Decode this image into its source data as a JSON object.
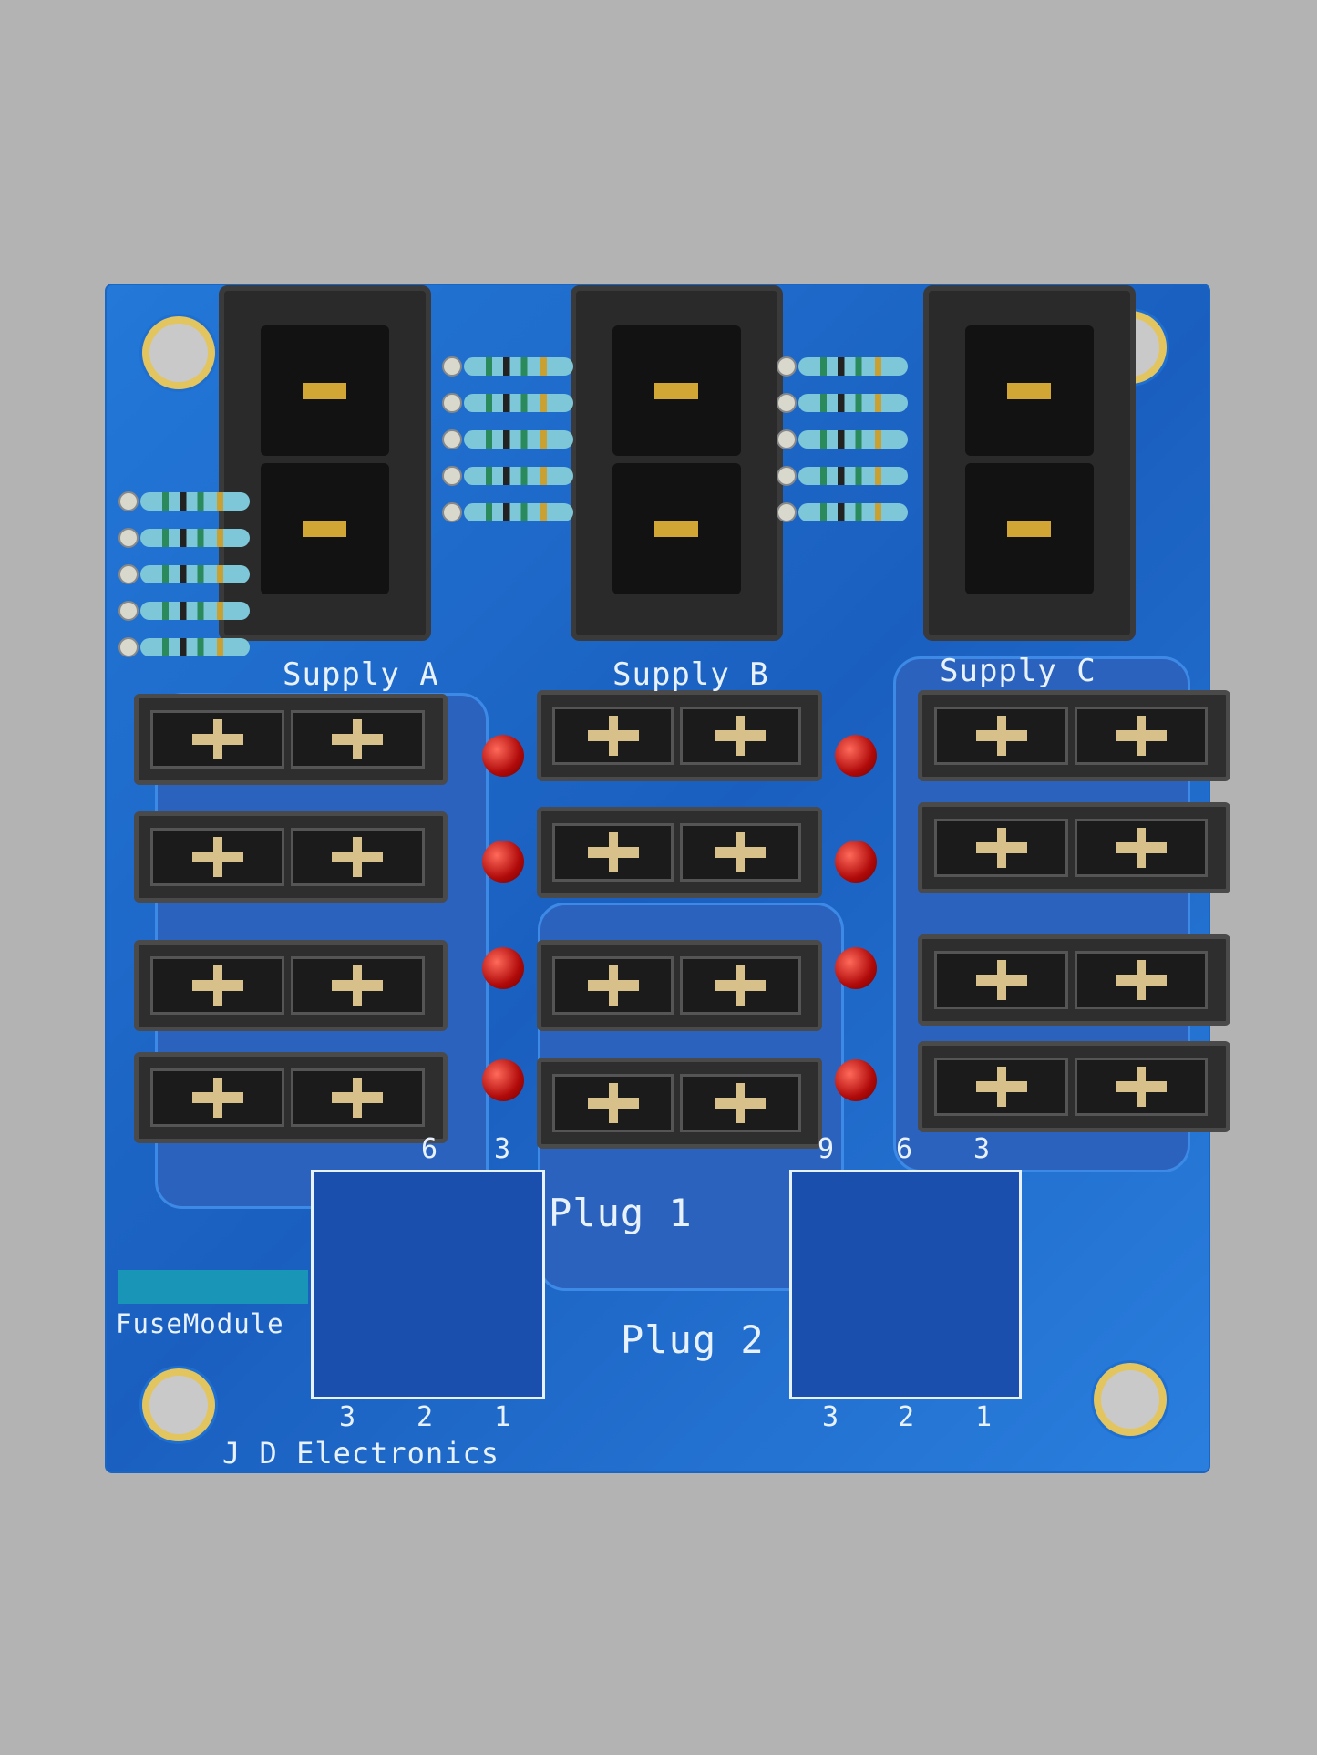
{
  "board": {
    "color": "#1f6fd0",
    "labels": {
      "supply_a": "Supply A",
      "supply_b": "Supply B",
      "supply_c": "Supply C",
      "plug_1": "Plug 1",
      "plug_2": "Plug 2",
      "module": "FuseModule",
      "maker": "J D Electronics"
    },
    "plug_1_top_numbers": [
      "6",
      "3"
    ],
    "plug_1_bottom_numbers": [
      "3",
      "2",
      "1"
    ],
    "plug_2_top_numbers": [
      "9",
      "6",
      "3"
    ],
    "plug_2_bottom_numbers": [
      "3",
      "2",
      "1"
    ],
    "fuse_holder_columns": 3,
    "fuse_holders_per_column": 4,
    "led_color": "#c00a0a"
  }
}
